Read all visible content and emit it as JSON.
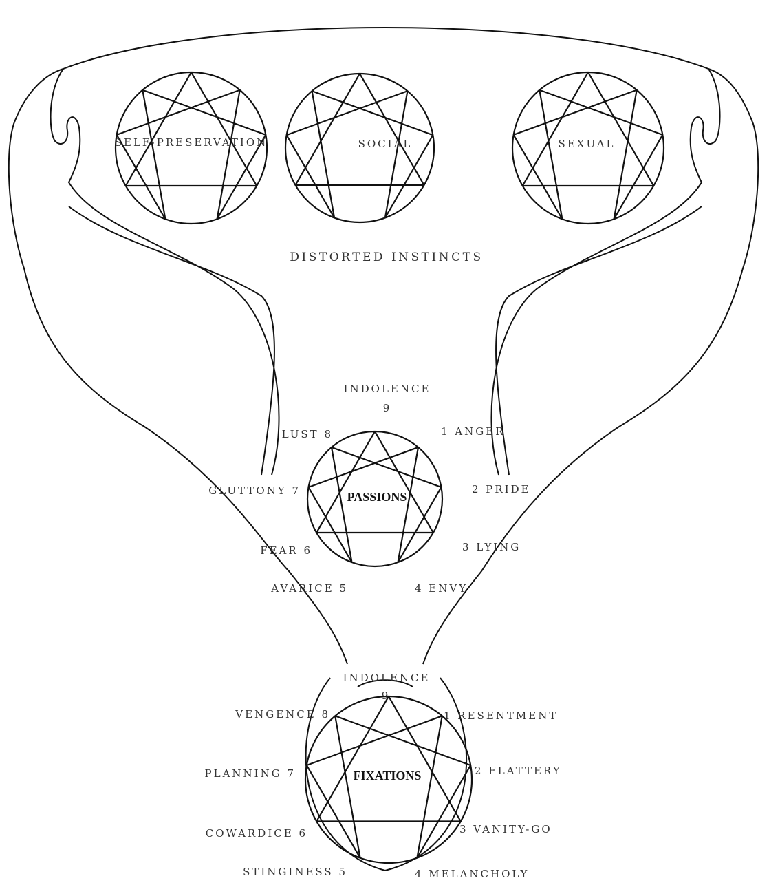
{
  "instincts": {
    "title": "DISTORTED INSTINCTS",
    "self_preservation": "SELF-PRESERVATION",
    "social": "SOCIAL",
    "sexual": "SEXUAL"
  },
  "passions": {
    "center": "PASSIONS",
    "p9": "INDOLENCE",
    "n9": "9",
    "p8": "LUST 8",
    "p1": "1 ANGER",
    "p7": "GLUTTONY 7",
    "p2": "2 PRIDE",
    "p6": "FEAR 6",
    "p3": "3 LYING",
    "p5": "AVARICE 5",
    "p4": "4 ENVY"
  },
  "fixations": {
    "center": "FIXATIONS",
    "p9": "INDOLENCE",
    "n9": "9",
    "p8": "VENGENCE 8",
    "p1": "1 RESENTMENT",
    "p7": "PLANNING 7",
    "p2": "2 FLATTERY",
    "p6": "COWARDICE 6",
    "p3": "3 VANITY-GO",
    "p5": "STINGINESS 5",
    "p4": "4 MELANCHOLY"
  }
}
